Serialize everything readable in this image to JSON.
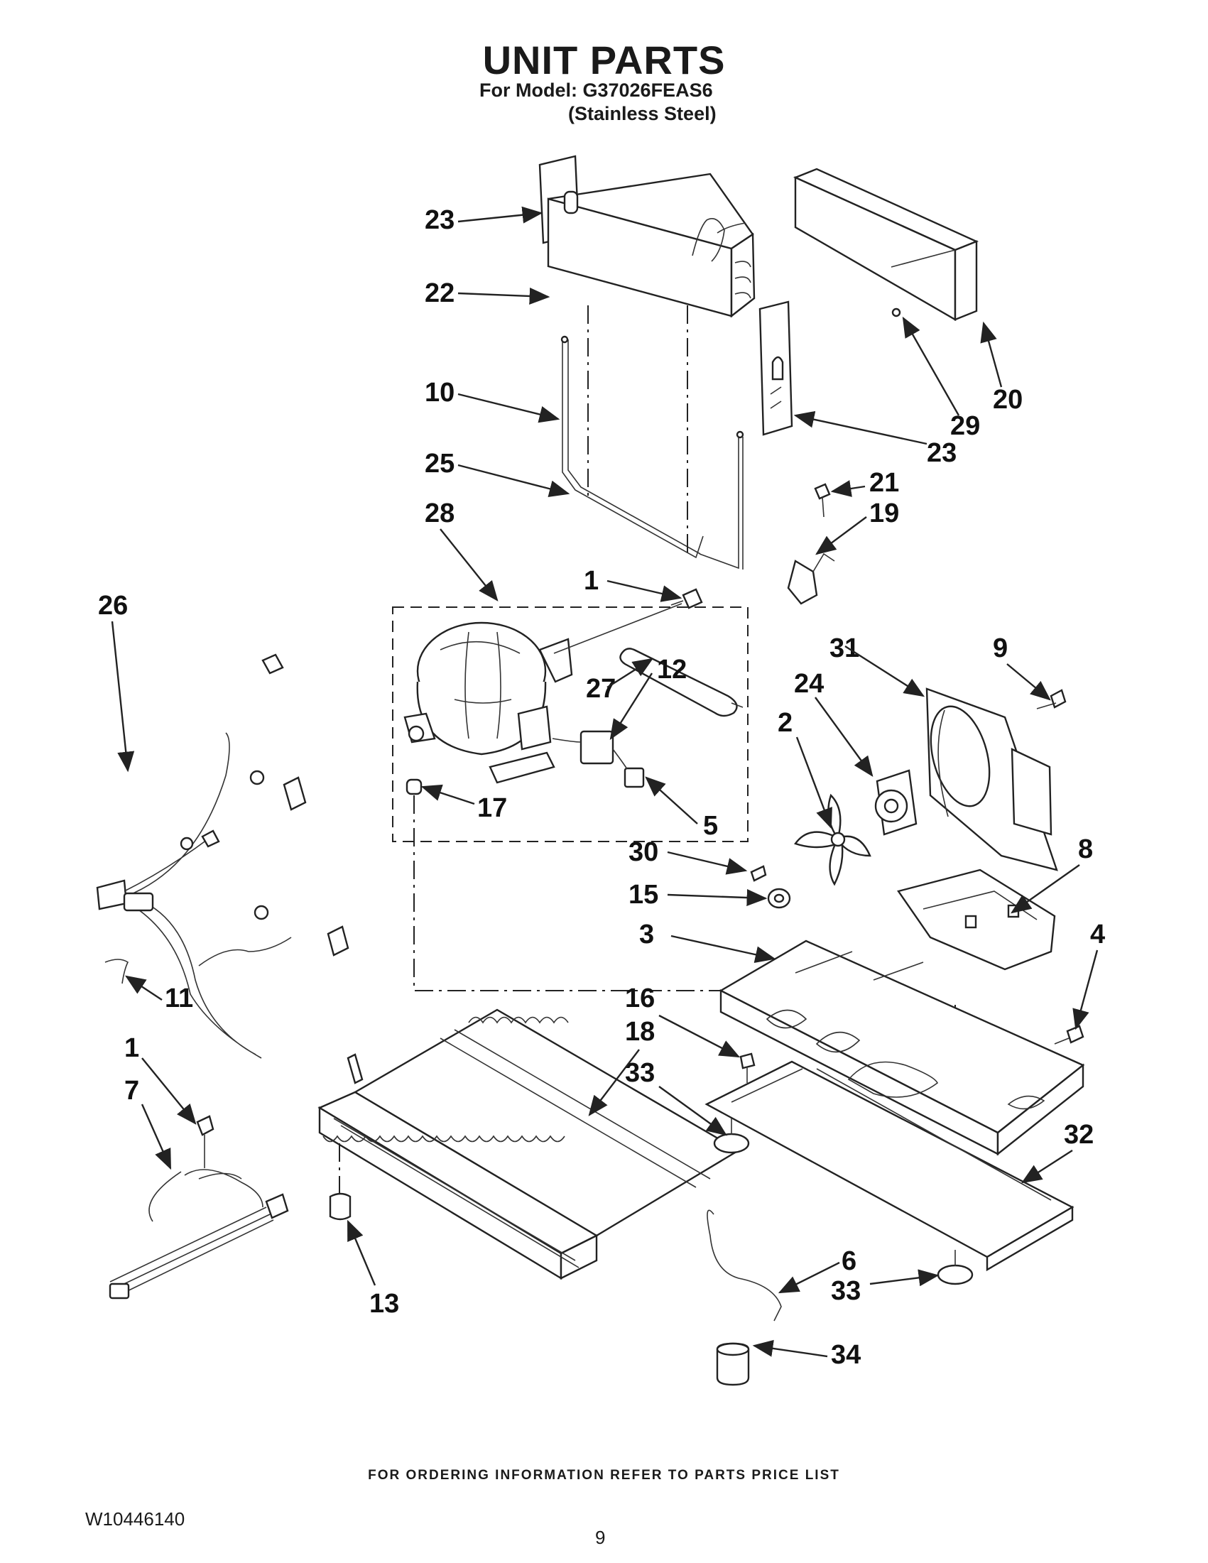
{
  "header": {
    "title": "UNIT PARTS",
    "model_line": "For Model: G37026FEAS6",
    "variant_line": "(Stainless Steel)"
  },
  "callouts": {
    "c23a": "23",
    "c22": "22",
    "c10": "10",
    "c25": "25",
    "c28": "28",
    "c20": "20",
    "c29": "29",
    "c23b": "23",
    "c21": "21",
    "c19": "19",
    "c26": "26",
    "c1a": "1",
    "c27": "27",
    "c12": "12",
    "c17": "17",
    "c5": "5",
    "c31": "31",
    "c9": "9",
    "c24": "24",
    "c2": "2",
    "c30": "30",
    "c15": "15",
    "c8": "8",
    "c3": "3",
    "c4": "4",
    "c11": "11",
    "c16": "16",
    "c18": "18",
    "c1b": "1",
    "c7": "7",
    "c33a": "33",
    "c32": "32",
    "c13": "13",
    "c6": "6",
    "c33b": "33",
    "c34": "34"
  },
  "footer": {
    "ordering_note": "FOR ORDERING INFORMATION REFER TO PARTS PRICE LIST",
    "doc_number": "W10446140",
    "page_number": "9"
  }
}
